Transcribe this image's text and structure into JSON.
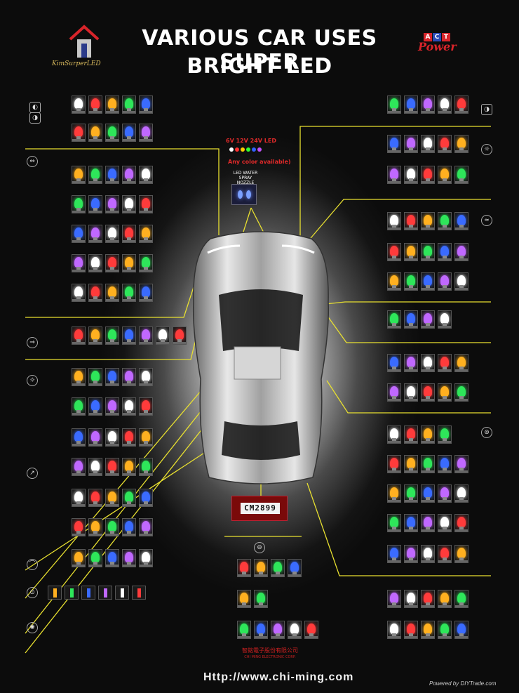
{
  "header": {
    "title_line1": "VARIOUS CAR USES SUPER",
    "title_line2": "BRIGHT LED",
    "left_logo_text": "KimSurperLED",
    "right_logo_act": [
      "A",
      "C",
      "T"
    ],
    "right_logo_power": "Power"
  },
  "center": {
    "spec_text": "6V 12V 24V LED",
    "any_color_text": "Any color available)",
    "nozzle_label_line1": "LED WATER",
    "nozzle_label_line2": "SPRAY NOZZLE",
    "plate_text": "CM2899"
  },
  "footer": {
    "company_cn": "智銘電子股份有限公司",
    "company_en": "CHI MING ELECTRONIC CORP.",
    "url": "Http://www.chi-ming.com",
    "watermark": "Powered by DIYTrade.com"
  },
  "colors": {
    "background": "#0c0c0c",
    "callout_line": "#e8e030",
    "brand_red": "#d8242a",
    "dot_colors": [
      "#ffffff",
      "#ff3030",
      "#ffcc00",
      "#30ff30",
      "#3060ff",
      "#c050ff"
    ],
    "led_colors": [
      "#ffffff",
      "#ff3b3b",
      "#ffb020",
      "#2ee65a",
      "#3a6bff",
      "#c068ff"
    ]
  },
  "icons": {
    "left": [
      "headlight-icon",
      "side-marker-icon",
      "turn-signal-icon",
      "interior-light-icon",
      "wiper-icon",
      "dome-light-icon",
      "fog-light-icon"
    ],
    "right": [
      "headlight-icon",
      "sun-icon",
      "license-plate-light-icon",
      "brake-light-icon",
      "stop-light-icon"
    ],
    "bottom": [
      "plate-lamp-icon"
    ]
  }
}
